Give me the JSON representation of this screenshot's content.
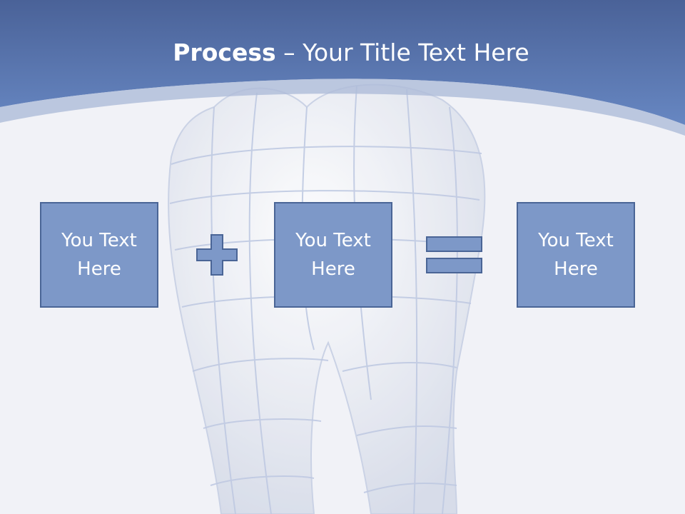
{
  "slide": {
    "title_bold": "Process",
    "title_rest": " – Your Title Text Here"
  },
  "process": {
    "box1": "You Text Here",
    "operator1": "plus-icon",
    "box2": "You Text Here",
    "operator2": "equals-icon",
    "box3": "You Text Here"
  },
  "colors": {
    "header": "#5b79b3",
    "box_fill": "#7d98c8",
    "box_border": "#4a6596",
    "background": "#f1f2f7"
  }
}
